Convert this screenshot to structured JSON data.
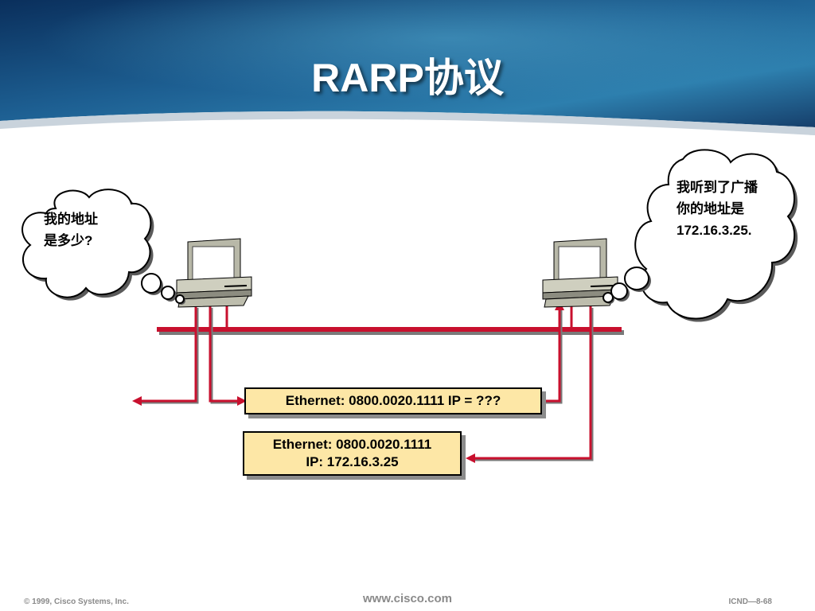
{
  "slide": {
    "title": "RARP协议"
  },
  "left_bubble": {
    "line1": "我的地址",
    "line2": "是多少?"
  },
  "right_bubble": {
    "line1": "我听到了广播",
    "line2": "你的地址是",
    "line3": "172.16.3.25."
  },
  "request_frame": {
    "text": "Ethernet: 0800.0020.1111 IP = ???"
  },
  "reply_frame": {
    "line1": "Ethernet: 0800.0020.1111",
    "line2": "IP: 172.16.3.25"
  },
  "footer": {
    "copyright": "© 1999, Cisco Systems, Inc.",
    "website": "www.cisco.com",
    "page_ref": "ICND—8-68"
  },
  "colors": {
    "header_dark": "#0d3a6e",
    "header_light": "#2a7aa8",
    "link_red": "#c8102e",
    "box_fill": "#fde7a6"
  },
  "icons": [
    "workstation-icon",
    "thought-bubble-icon",
    "arrow-icon"
  ]
}
